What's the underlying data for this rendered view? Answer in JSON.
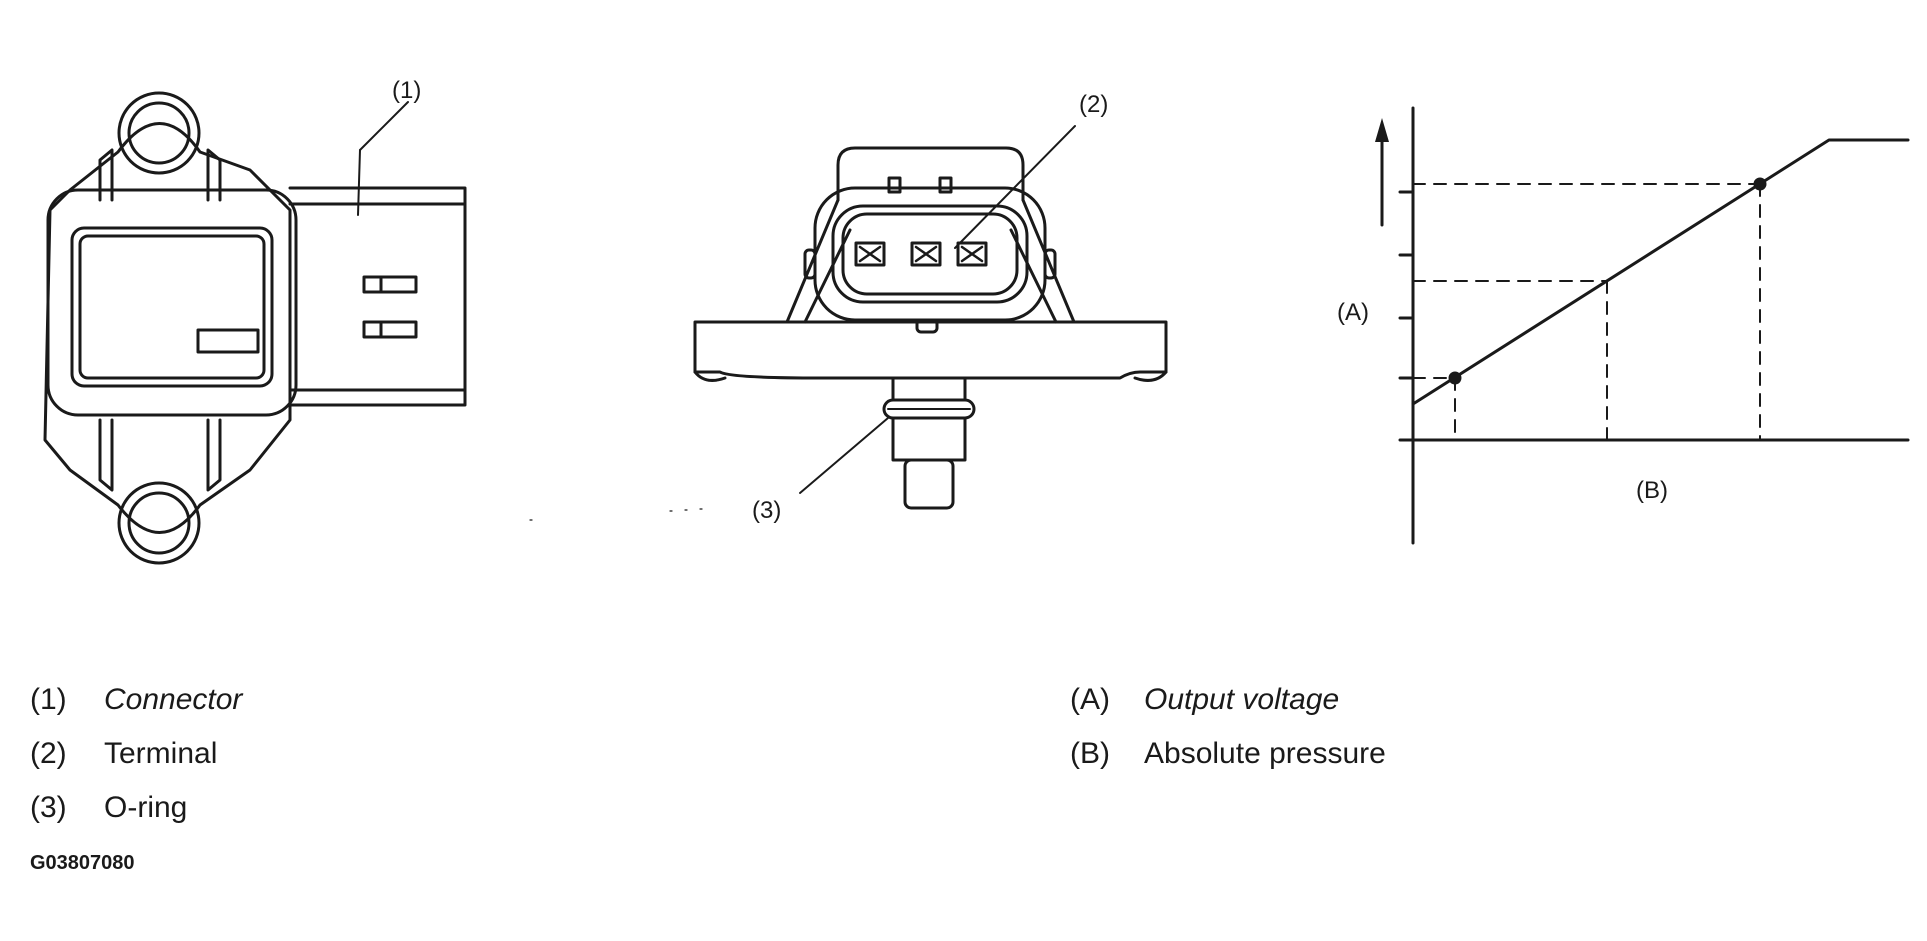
{
  "callouts": {
    "c1": "(1)",
    "c2": "(2)",
    "c3": "(3)"
  },
  "graph": {
    "y_label": "(A)",
    "x_label": "(B)"
  },
  "legend_left": [
    {
      "key": "(1)",
      "text": "Connector"
    },
    {
      "key": "(2)",
      "text": "Terminal"
    },
    {
      "key": "(3)",
      "text": "O-ring"
    }
  ],
  "legend_right": [
    {
      "key": "(A)",
      "text": "Output voltage"
    },
    {
      "key": "(B)",
      "text": "Absolute pressure"
    }
  ],
  "figure_code": "G03807080",
  "colors": {
    "ink": "#1a1a1a",
    "background": "#ffffff"
  }
}
